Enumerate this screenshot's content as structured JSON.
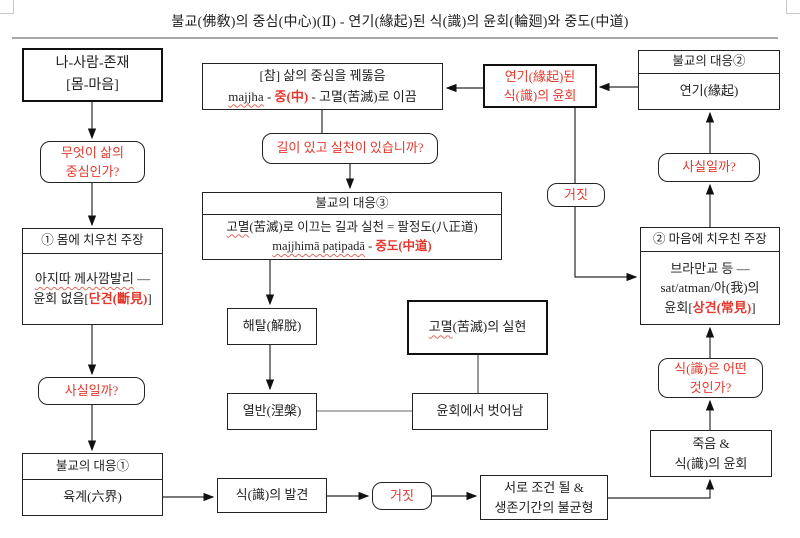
{
  "page": {
    "title": "불교(佛敎)의 중심(中心)(Ⅱ) - 연기(緣起)된 식(識)의 윤회(輪廻)와 중도(中道)"
  },
  "colors": {
    "accent_red": "#e3392e",
    "rule_gray": "#a8a8a8",
    "line": "#2a2a2a"
  },
  "nodes": {
    "self": {
      "line1": "나-사람-존재",
      "line2": "[몸-마음]"
    },
    "q_center": {
      "line1": "무엇이 삶의",
      "line2": "중심인가?"
    },
    "claim_body": {
      "header": "① 몸에 치우친 주장",
      "name": "아지따 께사깜발리",
      "dash": " —",
      "line2_pre": "윤회 없음[",
      "line2_red": "단견(斷見)",
      "line2_post": "]"
    },
    "q_fact_left": {
      "label": "사실일까?"
    },
    "response1": {
      "header": "불교의 대응①",
      "body": "육계(六界)"
    },
    "truth": {
      "line1": "[참] 삶의 중심을 꿰뚫음",
      "line2_word": "majjha",
      "line2_mid": " - ",
      "line2_red": "중(中)",
      "line2_post": " - 고멸(苦滅)로 이끔"
    },
    "q_path": {
      "label": "길이 있고 실천이 있습니까?"
    },
    "response3": {
      "header": "불교의 대응③",
      "body1_wavy": "고멸",
      "body1_rest": "(苦滅)로 이끄는 길과 실천 = 팔정도(八正道)",
      "body2_word": "majjhimā paṭipadā",
      "body2_mid": " - ",
      "body2_red": "중도(中道)"
    },
    "liberation": {
      "label": "해탈(解脫)"
    },
    "cessation": {
      "label_wavy": "고멸",
      "label_rest": "(苦滅)의 실현"
    },
    "nirvana": {
      "label": "열반(涅槃)"
    },
    "escape": {
      "label": "윤회에서 벗어남"
    },
    "discovery": {
      "label": "식(識)의 발견"
    },
    "false_bottom": {
      "label": "거짓"
    },
    "condition": {
      "line1": "서로 조건 될 &",
      "line2": "생존기간의 불균형"
    },
    "samsara_red": {
      "line1": "연기(緣起)된",
      "line2": "식(識)의 윤회"
    },
    "response2": {
      "header": "불교의 대응②",
      "body": "연기(緣起)"
    },
    "q_fact_right": {
      "label": "사실일까?"
    },
    "false_right": {
      "label": "거짓"
    },
    "claim_mind": {
      "header": "② 마음에 치우친 주장",
      "body1": "브라만교 등 —",
      "body2": "sat/atman/아(我)의",
      "body3_pre": "윤회[",
      "body3_red": "상견(常見)",
      "body3_post": "]"
    },
    "q_what": {
      "line1": "식(識)은 어떤",
      "line2": "것인가?"
    },
    "death": {
      "line1": "죽음 &",
      "line2": "식(識)의 윤회"
    }
  }
}
